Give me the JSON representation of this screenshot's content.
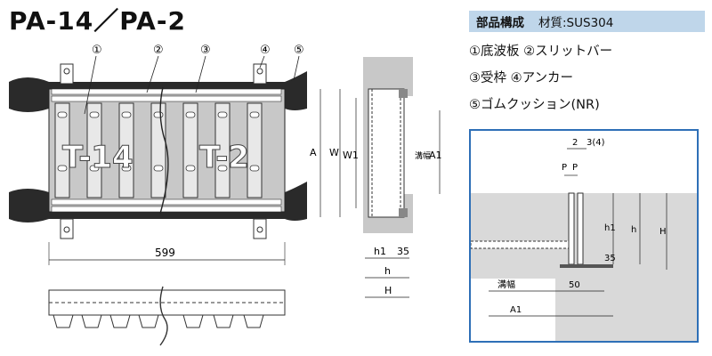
{
  "title": "PA-14／PA-2",
  "parts": {
    "heading": "部品構成",
    "material": "材質:SUS304",
    "rows": [
      "①底波板 ②スリットバー",
      "③受枠 ④アンカー",
      "⑤ゴムクッション(NR)"
    ]
  },
  "plan": {
    "callouts": [
      "①",
      "②",
      "③",
      "④",
      "⑤"
    ],
    "left_label": "T-14",
    "right_label": "T-2",
    "length_dim": "599"
  },
  "section": {
    "dims": [
      "A",
      "W",
      "W1",
      "A1",
      "h1",
      "35",
      "h",
      "H"
    ],
    "groove_label": "溝幅"
  },
  "detail": {
    "labels": [
      "2",
      "3(4)",
      "P",
      "P",
      "h1",
      "h",
      "H",
      "35",
      "溝幅",
      "50",
      "A1"
    ]
  }
}
